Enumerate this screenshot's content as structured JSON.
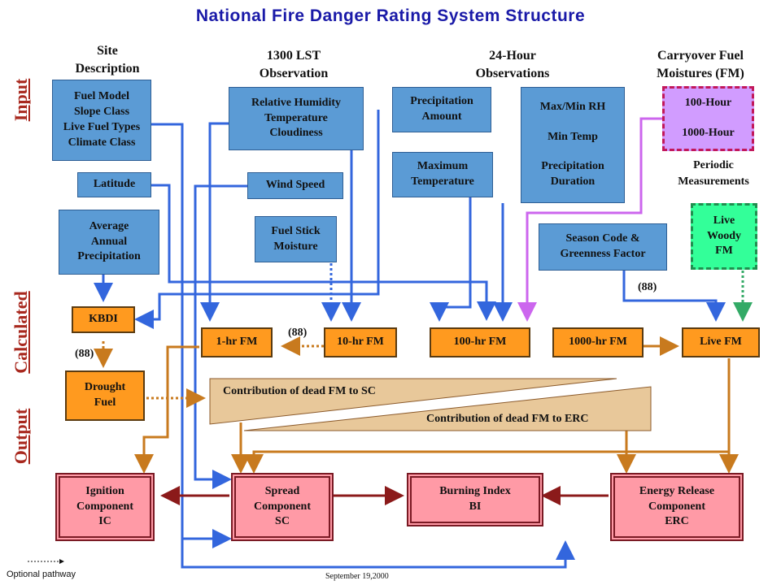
{
  "title": "National Fire Danger Rating System Structure",
  "section_labels": {
    "input": "Input",
    "calculated": "Calculated",
    "output": "Output"
  },
  "column_headers": {
    "site": "Site Description",
    "lst": "1300 LST Observation",
    "hour24": "24-Hour Observations",
    "carryover": "Carryover Fuel Moistures (FM)"
  },
  "input_boxes": {
    "fuel_model": [
      "Fuel Model",
      "Slope Class",
      "Live Fuel Types",
      "Climate Class"
    ],
    "latitude": "Latitude",
    "avg_precip": [
      "Average",
      "Annual",
      "Precipitation"
    ],
    "rh_temp": [
      "Relative Humidity",
      "Temperature",
      "Cloudiness"
    ],
    "wind_speed": "Wind Speed",
    "fuel_stick": [
      "Fuel Stick",
      "Moisture"
    ],
    "precip_amount": [
      "Precipitation",
      "Amount"
    ],
    "max_temp": [
      "Maximum",
      "Temperature"
    ],
    "maxmin": [
      "Max/Min RH",
      "Min Temp",
      "Precipitation",
      "Duration"
    ],
    "hour100": "100-Hour",
    "hour1000": "1000-Hour",
    "periodic": [
      "Periodic",
      "Measurements"
    ],
    "season": [
      "Season Code &",
      "Greenness Factor"
    ],
    "live_woody": [
      "Live",
      "Woody",
      "FM"
    ]
  },
  "calculated_boxes": {
    "kbdi": "KBDI",
    "drought": [
      "Drought",
      "Fuel"
    ],
    "fm1": "1-hr FM",
    "fm10": "10-hr FM",
    "fm100": "100-hr FM",
    "fm1000": "1000-hr FM",
    "live_fm": "Live FM"
  },
  "notes": {
    "n88_a": "(88)",
    "n88_b": "(88)",
    "n88_c": "(88)"
  },
  "contributions": {
    "sc": "Contribution of dead FM to SC",
    "erc": "Contribution of dead FM to ERC"
  },
  "output_boxes": {
    "ignition": [
      "Ignition",
      "Component",
      "IC"
    ],
    "spread": [
      "Spread",
      "Component",
      "SC"
    ],
    "burning": [
      "Burning Index",
      "BI"
    ],
    "erc": [
      "Energy Release",
      "Component",
      "ERC"
    ]
  },
  "legend": "Optional pathway",
  "date": "September 19,2000",
  "colors": {
    "blue_line": "#3366dd",
    "orange_line": "#c87a1e",
    "purple_line": "#cc66ee",
    "green_line": "#33aa66",
    "dark_red": "#8b1a1a"
  }
}
